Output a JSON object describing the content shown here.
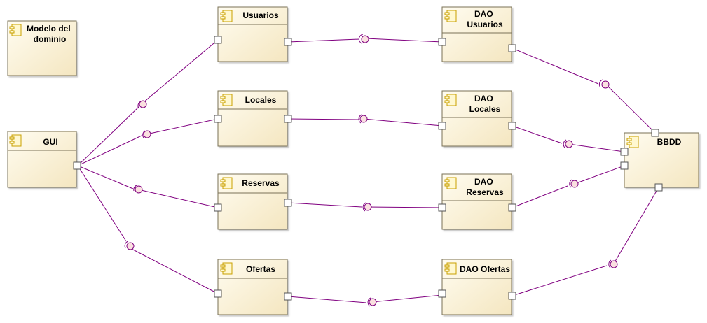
{
  "colors": {
    "fill_light": "#fffcf0",
    "fill_dark": "#f4e6c0",
    "border": "#7a7157",
    "icon": "#c9a000",
    "connector": "#800080",
    "ball": "#fae0e0"
  },
  "components": {
    "modelo": "Modelo del dominio",
    "gui": "GUI",
    "usuarios": "Usuarios",
    "locales": "Locales",
    "reservas": "Reservas",
    "ofertas": "Ofertas",
    "dao_usuarios": "DAO Usuarios",
    "dao_locales": "DAO Locales",
    "dao_reservas": "DAO Reservas",
    "dao_ofertas": "DAO Ofertas",
    "bbdd": "BBDD"
  }
}
